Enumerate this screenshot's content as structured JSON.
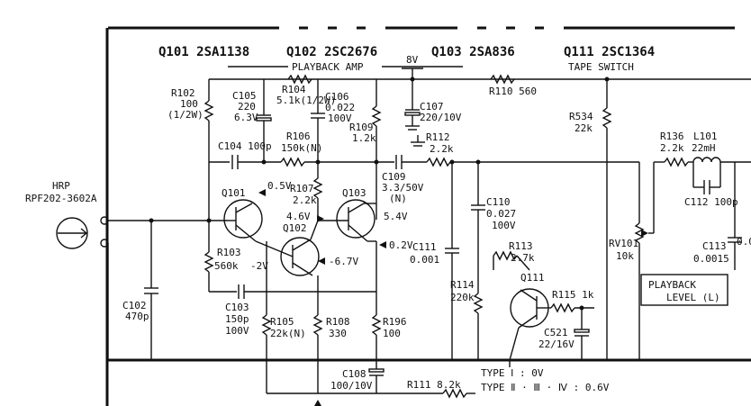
{
  "headers": {
    "q101": "Q101 2SA1138",
    "q102": "Q102 2SC2676",
    "q103": "Q103 2SA836",
    "q111": "Q111 2SC1364",
    "playback_amp": "PLAYBACK AMP",
    "tape_switch": "TAPE SWITCH"
  },
  "head": {
    "name": "HRP",
    "part": "RPF202-3602A"
  },
  "supply": {
    "v8": "8V"
  },
  "components": {
    "r102": [
      "R102",
      "100",
      "(1/2W)"
    ],
    "c105": [
      "C105",
      "220",
      "6.3V"
    ],
    "r104": [
      "R104",
      "5.1k(1/2W)"
    ],
    "c106": [
      "C106",
      "0.022",
      "100V"
    ],
    "c107": [
      "C107",
      "220/10V"
    ],
    "r110": [
      "R110 560"
    ],
    "r534": [
      "R534",
      "22k"
    ],
    "r109": [
      "R109",
      "1.2k"
    ],
    "r112": [
      "R112",
      "2.2k"
    ],
    "c104": [
      "C104 100p"
    ],
    "r106": [
      "R106",
      "150k(N)"
    ],
    "r107": [
      "R107",
      "2.2k"
    ],
    "c109": [
      "C109",
      "3.3/50V",
      "(N)"
    ],
    "c110": [
      "C110",
      "0.027",
      "100V"
    ],
    "c111": [
      "C111",
      "0.001"
    ],
    "r103": [
      "R103",
      "560k"
    ],
    "c103": [
      "C103",
      "150p",
      "100V"
    ],
    "c102": [
      "C102",
      "470p"
    ],
    "r105": [
      "R105",
      "22k(N)"
    ],
    "r108": [
      "R108",
      "330"
    ],
    "r196": [
      "R196",
      "100"
    ],
    "r114": [
      "R114",
      "220k"
    ],
    "r113": [
      "R113",
      "2.7k"
    ],
    "r115": [
      "R115 1k"
    ],
    "c521": [
      "C521",
      "22/16V"
    ],
    "c108": [
      "C108",
      "100/10V"
    ],
    "r111": [
      "R111 8.2k"
    ],
    "r136": [
      "R136",
      "2.2k"
    ],
    "l101": [
      "L101",
      "22mH"
    ],
    "c112": [
      "C112 100p"
    ],
    "rv101": [
      "RV101",
      "10k"
    ],
    "c113": [
      "C113",
      "0.0015"
    ]
  },
  "transistor_labels": {
    "q101": "Q101",
    "q102": "Q102",
    "q103": "Q103",
    "q111": "Q111"
  },
  "voltages": {
    "v05": "0.5V",
    "v46": "4.6V",
    "v54": "5.4V",
    "v02": "0.2V",
    "vm2": "-2V",
    "vm67": "-6.7V"
  },
  "type_notes": [
    "TYPE Ⅰ : 0V",
    "TYPE Ⅱ · Ⅲ · Ⅳ : 0.6V"
  ],
  "playback_level": [
    "PLAYBACK",
    "LEVEL (L)"
  ],
  "partial": {
    "c_edge": "0.0"
  }
}
